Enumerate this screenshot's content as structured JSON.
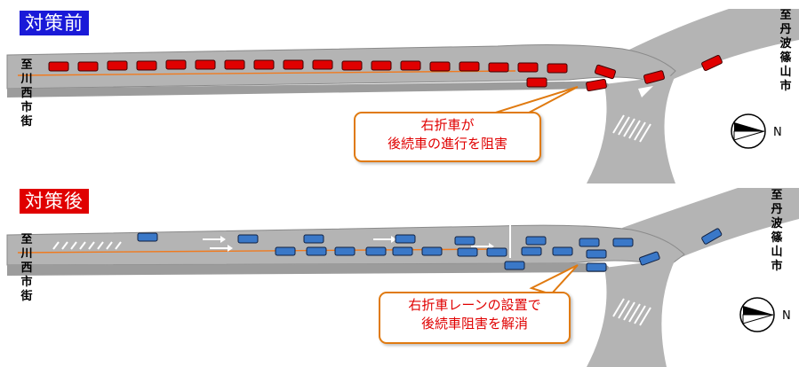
{
  "panels": {
    "before": {
      "title": "対策前",
      "title_color": "#1a1ad8",
      "left_label": "至川西市街",
      "right_label": "至丹波篠山市",
      "callout_lines": [
        "右折車が",
        "後続車の進行を阻害"
      ],
      "vehicle_color": "#e00000"
    },
    "after": {
      "title": "対策後",
      "title_color": "#e00000",
      "left_label": "至川西市街",
      "right_label": "至丹波篠山市",
      "callout_lines": [
        "右折車レーンの設置で",
        "後続車阻害を解消"
      ],
      "vehicle_color": "#3a78c8"
    }
  },
  "compass": {
    "north_label": "N",
    "icon": "north-arrow-icon"
  },
  "colors": {
    "road": "#b4b4b4",
    "road_edge": "#8a8a8a",
    "centerline": "#f07a1e",
    "callout_border": "#e07a10",
    "callout_text": "#e00000"
  }
}
